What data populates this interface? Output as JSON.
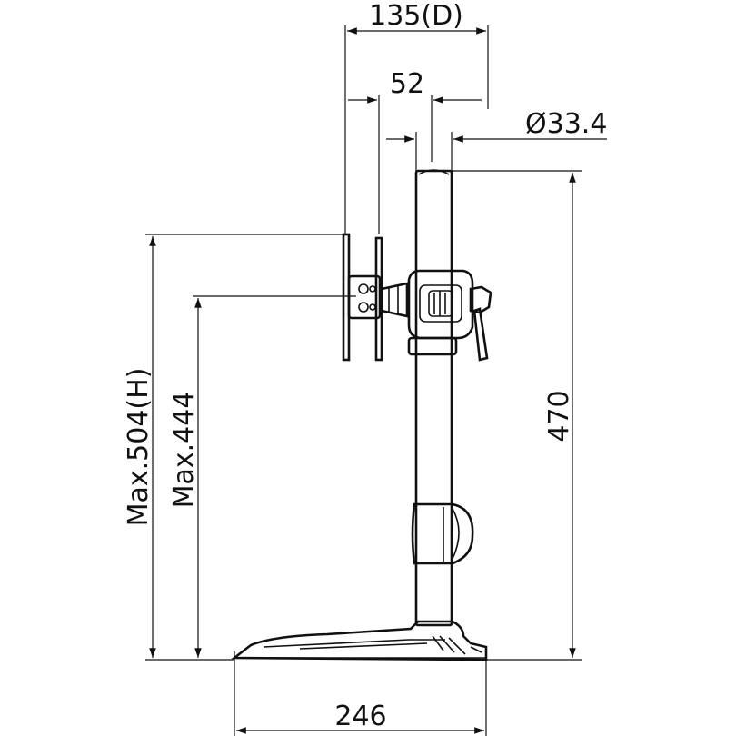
{
  "dimensions": {
    "depth": "135(D)",
    "offset": "52",
    "pole_diameter": "Ø33.4",
    "pole_height": "470",
    "max_height": "Max.504(H)",
    "max_vesa_height": "Max.444",
    "base_width": "246"
  }
}
